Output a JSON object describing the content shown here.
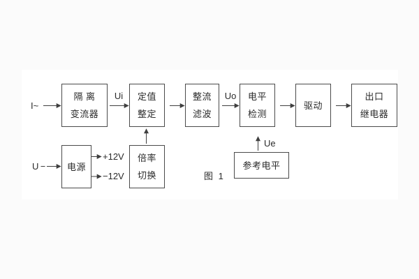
{
  "page": {
    "background": "#fbfbfb",
    "panel_background": "#ffffff",
    "line_color": "#3f3f3f"
  },
  "diagram": {
    "caption": "图 1",
    "flow": {
      "input_label": "I~",
      "ui_label": "Ui",
      "uo_label": "Uo",
      "boxes": {
        "isolation": {
          "line1": "隔 离",
          "line2": "变流器"
        },
        "setting": {
          "line1": "定值",
          "line2": "整定"
        },
        "rectifier": {
          "line1": "整流",
          "line2": "滤波"
        },
        "level": {
          "line1": "电平",
          "line2": "检测"
        },
        "drive": {
          "label": "驱动"
        },
        "output": {
          "line1": "出口",
          "line2": "继电器"
        }
      }
    },
    "power": {
      "input_label": "U",
      "box_label": "电源",
      "plus_label": "+12V",
      "minus_label": "−12V"
    },
    "ratio": {
      "line1": "倍率",
      "line2": "切换"
    },
    "reference": {
      "box_label": "参考电平",
      "ue_label": "Ue"
    }
  }
}
